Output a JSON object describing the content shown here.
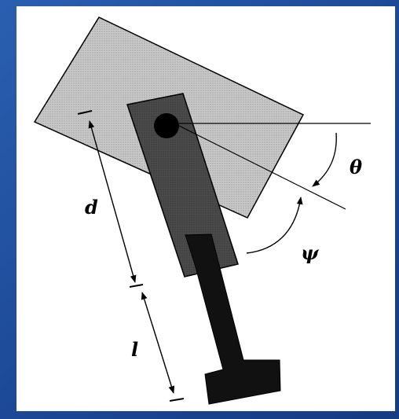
{
  "figure": {
    "labels": {
      "d": "d",
      "l": "l",
      "theta": "θ",
      "psi": "ψ"
    }
  },
  "colors": {
    "background": "#1b4795",
    "paper": "#ffffff",
    "base_block": "#c9c9c9",
    "upper_link": "#4b4b4b",
    "lower_link": "#111111",
    "ink": "#000000"
  }
}
